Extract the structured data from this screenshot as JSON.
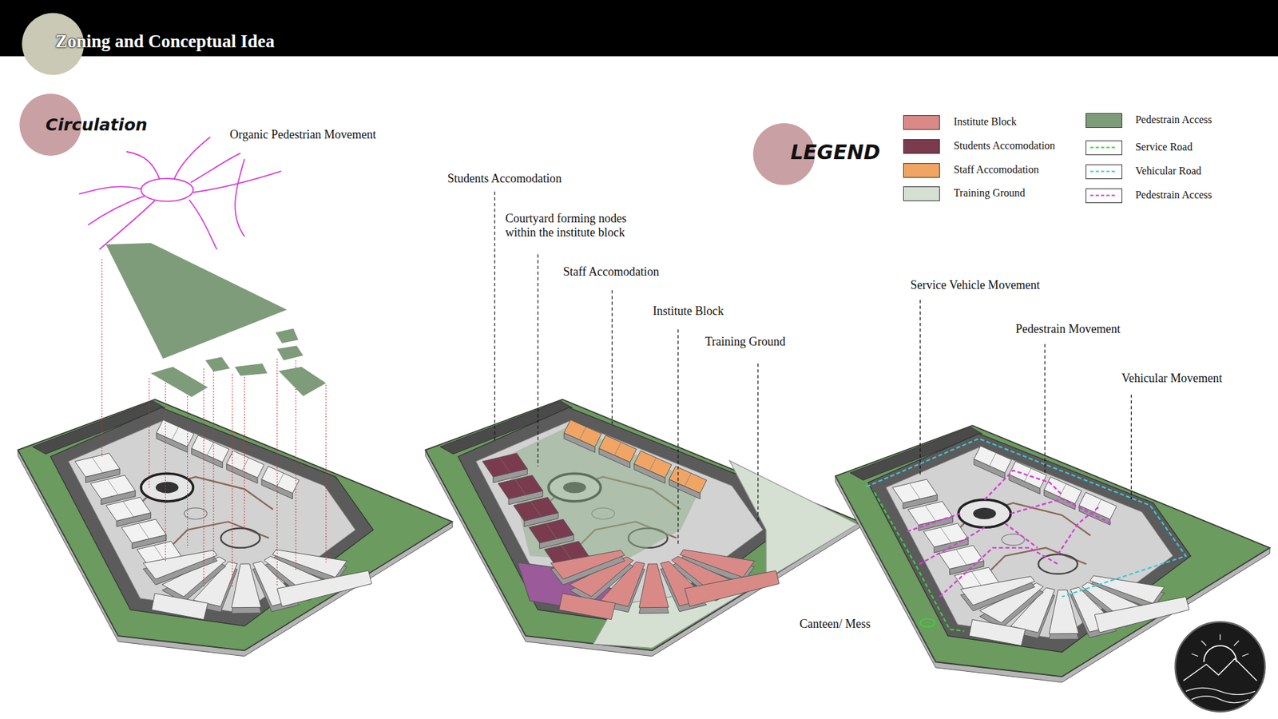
{
  "diagram": {
    "title": "Zoning and Conceptual Idea",
    "labels": [
      "Circulation",
      "Organic Pedestrian Movement",
      "Students Accomodation",
      "Courtyard forming nodes within the institute block",
      "Staff Accomodation",
      "Institute Block",
      "Training Ground",
      "Canteen/ Mess",
      "LEGEND",
      "Service Vehicle Movement",
      "Pedestrain Movement",
      "Vehicular Movement"
    ],
    "legend": [
      {
        "text": "Institute Block",
        "color": "#d98a87"
      },
      {
        "text": "Students Accomodation",
        "color": "#7b3b4f"
      },
      {
        "text": "Staff Accomodation",
        "color": "#f0a565"
      },
      {
        "text": "Training Ground",
        "color": "#d5e0d2"
      },
      {
        "text": "Pedestrain Access",
        "color": "#7e9b7a"
      },
      {
        "text": "Service Road"
      },
      {
        "text": "Vehicular Road"
      },
      {
        "text": "Pedestrain Access"
      }
    ]
  }
}
